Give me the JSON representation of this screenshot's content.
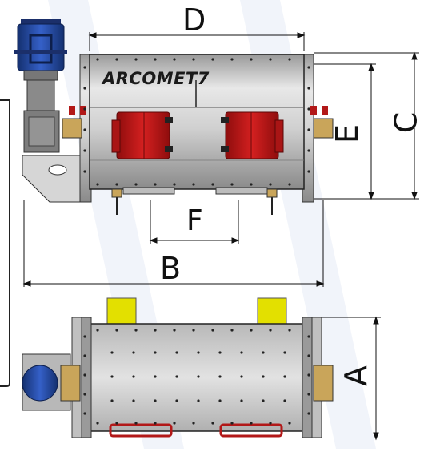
{
  "brand": "ARCOMET7",
  "dimensions": {
    "A": "A",
    "B": "B",
    "C": "C",
    "D": "D",
    "E": "E",
    "F": "F"
  },
  "colors": {
    "steel_body": "#c9c9c9",
    "steel_dark": "#8c8c8c",
    "door_red": "#c21a1a",
    "motor_blue": "#1f3f9c",
    "pad_yellow": "#e3e000",
    "watermark_blue": "#dfe6f3",
    "line": "#111111"
  }
}
